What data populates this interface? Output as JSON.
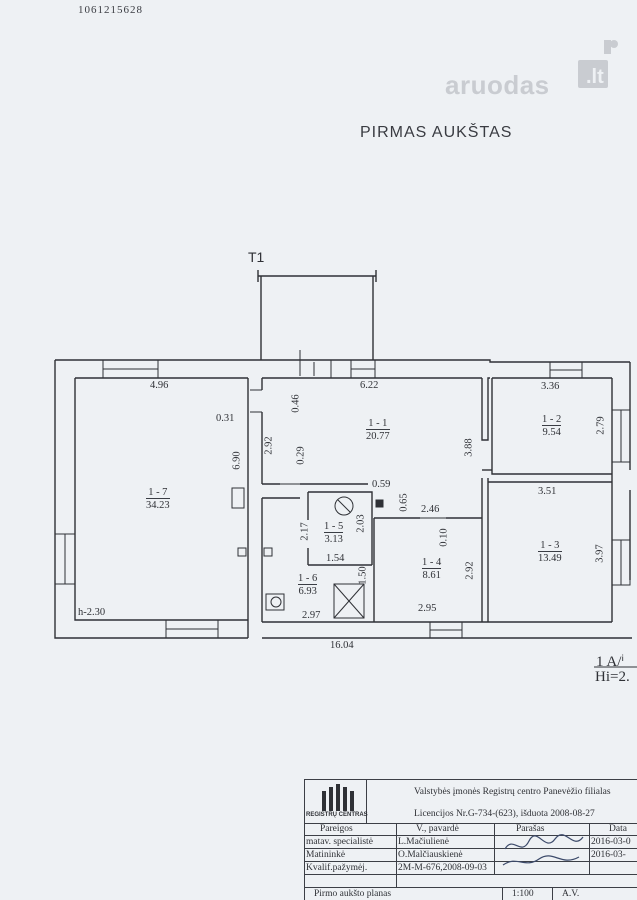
{
  "header": {
    "document_code": "1061215628",
    "watermark_text": "aruodas",
    "watermark_tld": ".lt",
    "floor_title": "PIRMAS AUKŠTAS"
  },
  "terrace": {
    "label": "T1"
  },
  "rooms": [
    {
      "id": "1 - 1",
      "area": "20.77"
    },
    {
      "id": "1 - 2",
      "area": "9.54"
    },
    {
      "id": "1 - 3",
      "area": "13.49"
    },
    {
      "id": "1 - 4",
      "area": "8.61"
    },
    {
      "id": "1 - 5",
      "area": "3.13"
    },
    {
      "id": "1 - 6",
      "area": "6.93"
    },
    {
      "id": "1 - 7",
      "area": "34.23"
    }
  ],
  "dimensions": {
    "r7_width": "4.96",
    "r7_depth": "6.90",
    "r7_offset": "0.31",
    "r1_width": "6.22",
    "r1_left": "2.92",
    "r1_depth": "3.88",
    "r1_notch": "0.46",
    "r1_step": "0.29",
    "r2_width": "3.36",
    "r2_depth": "2.79",
    "r3_width": "3.51",
    "r3_depth": "3.97",
    "r4_width_top": "2.46",
    "r4_width_bottom": "2.95",
    "r4_depth": "2.92",
    "r4_step": "0.10",
    "r5_a": "0.59",
    "r5_b": "0.65",
    "r5_depth_left": "2.17",
    "r5_depth_right": "2.03",
    "r5_width": "1.54",
    "r6_depth": "1.50",
    "r6_width": "2.97",
    "total_length": "16.04",
    "height_mark": "h-2.30"
  },
  "legend": {
    "scale_code": "1 A/ⁱ",
    "height_code": "Hi=2."
  },
  "title_block": {
    "logo_text": "REGISTRŲ CENTRAS",
    "company": "Valstybės įmonės Registrų centro Panevėžio filialas",
    "license": "Licencijos Nr.G-734-(623), išduota 2008-08-27",
    "headers": {
      "role": "Pareigos",
      "name": "V., pavardė",
      "signature": "Parašas",
      "date": "Data"
    },
    "rows": [
      {
        "role": "matav. specialistė",
        "name": "L.Mačiulienė",
        "date": "2016-03-0"
      },
      {
        "role": "Matininkė",
        "name": "O.Malčiauskienė",
        "date": "2016-03-"
      },
      {
        "role": "Kvalif.pažymėj.",
        "name": "2M-M-676,2008-09-03"
      }
    ],
    "plan_name": "Pirmo aukšto planas",
    "scale": "1:100",
    "sheet": "A.V."
  }
}
